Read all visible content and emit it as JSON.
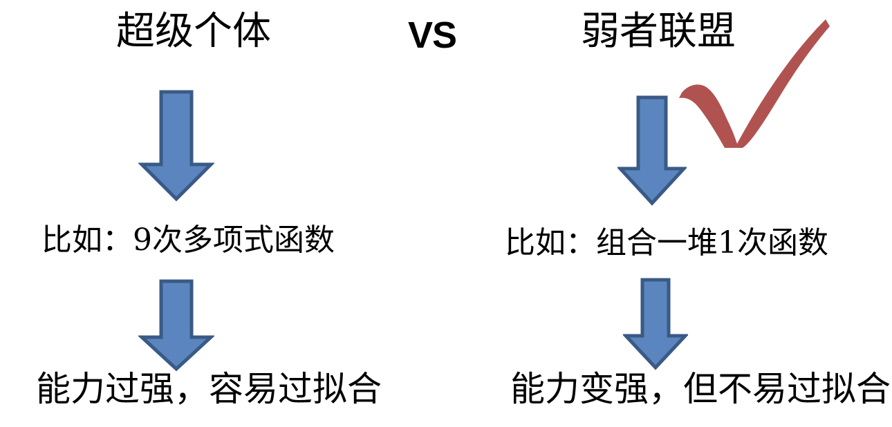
{
  "diagram": {
    "kind": "comparison-diagram",
    "background_color": "#FFFFFF",
    "arrow_fill_color": "#5B85BE",
    "arrow_border_color": "#3A5A86",
    "checkmark_color": "#B05350",
    "text_color": "#000000",
    "separator_label": "VS"
  },
  "left_column": {
    "title": "超级个体",
    "example": "比如：9次多项式函数",
    "result": "能力过强，容易过拟合",
    "arrow_1_icon": "down-arrow-icon",
    "arrow_2_icon": "down-arrow-icon"
  },
  "right_column": {
    "title": "弱者联盟",
    "example": "比如：组合一堆1次函数",
    "result": "能力变强，但不易过拟合",
    "arrow_1_icon": "down-arrow-icon",
    "arrow_2_icon": "down-arrow-icon",
    "badge_icon": "checkmark-icon"
  }
}
